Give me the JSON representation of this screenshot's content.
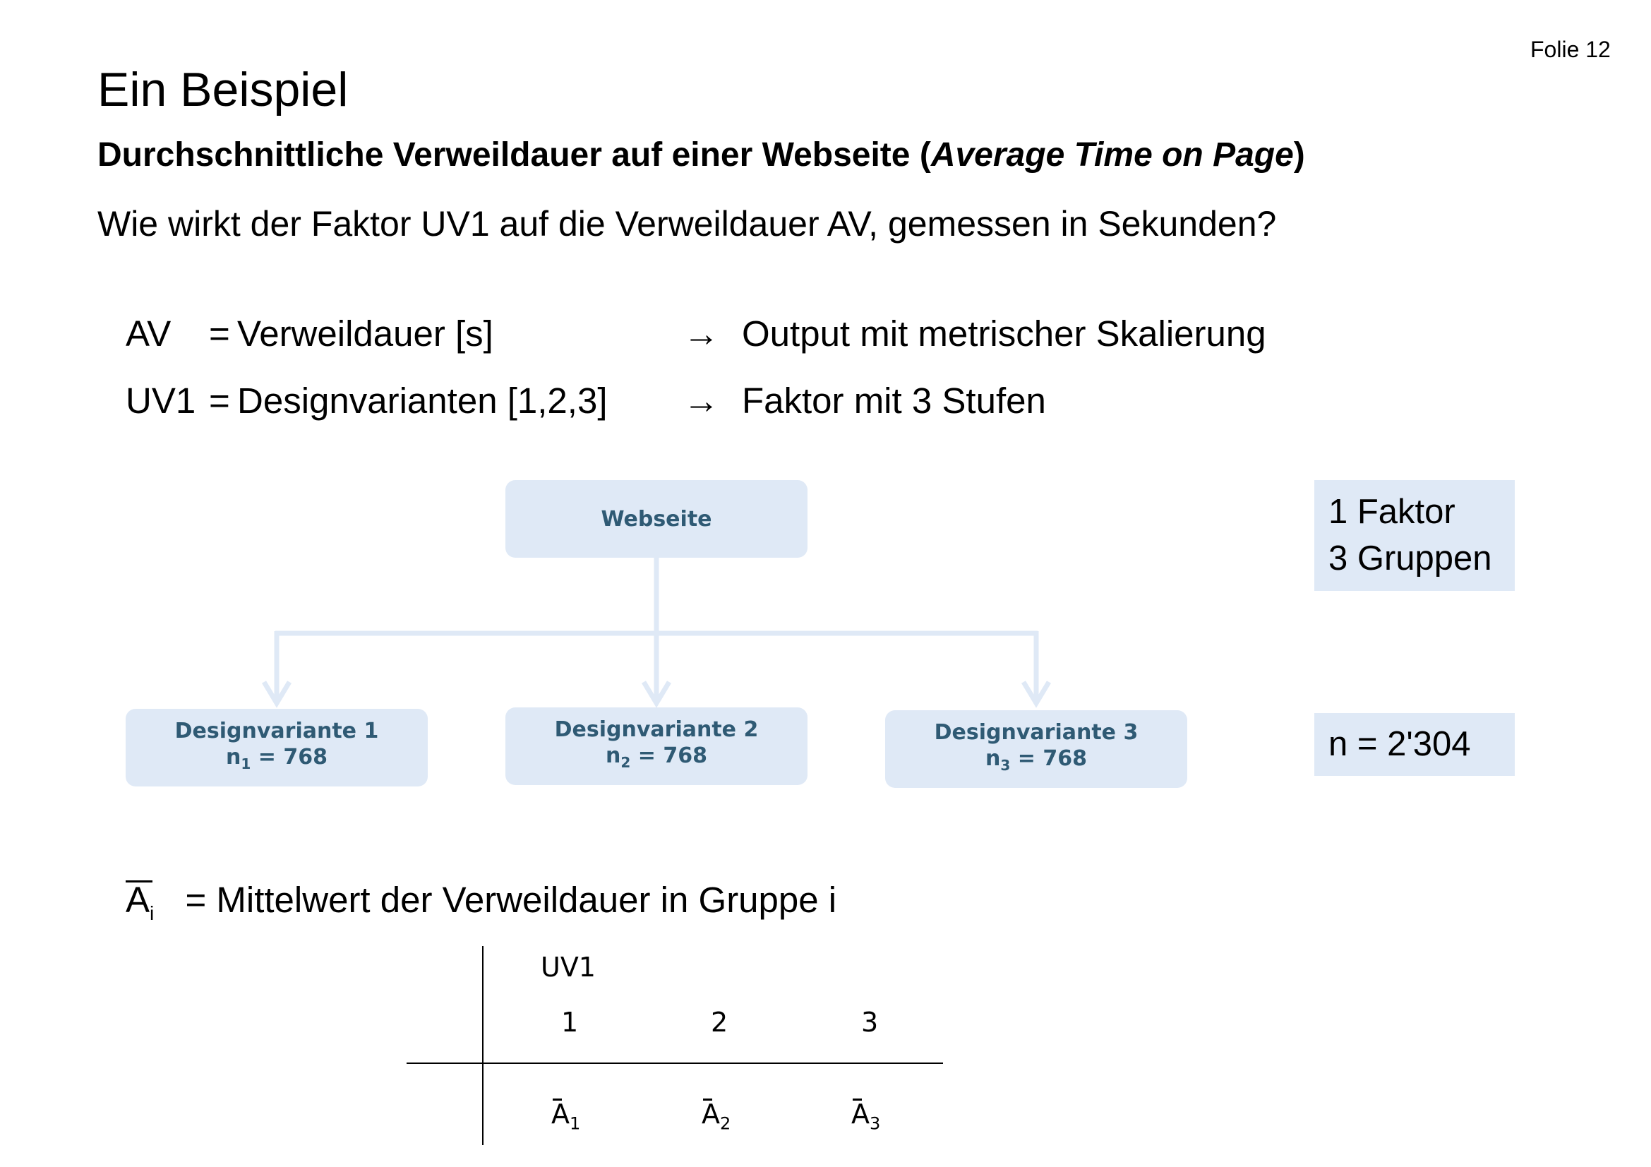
{
  "slide": {
    "number": "Folie 12",
    "title": "Ein Beispiel",
    "subtitle_main": "Durchschnittliche Verweildauer auf einer Webseite (",
    "subtitle_italic": "Average Time on Page",
    "subtitle_end": ")",
    "question": "Wie wirkt der Faktor UV1 auf die Verweildauer AV, gemessen in Sekunden?"
  },
  "definitions": [
    {
      "label": "AV",
      "eq": "=",
      "value": "Verweildauer [s]",
      "arrow": "→",
      "note": "Output mit metrischer Skalierung"
    },
    {
      "label": "UV1",
      "eq": "=",
      "value": "Designvarianten [1,2,3]",
      "arrow": "→",
      "note": "Faktor mit 3 Stufen"
    }
  ],
  "diagram": {
    "root": "Webseite",
    "children": [
      {
        "label": "Designvariante 1",
        "n": "n",
        "sub": "1",
        "value": " = 768"
      },
      {
        "label": "Designvariante 2",
        "n": "n",
        "sub": "2",
        "value": " = 768"
      },
      {
        "label": "Designvariante 3",
        "n": "n",
        "sub": "3",
        "value": " = 768"
      }
    ],
    "line_color": "#dfe9f6",
    "box_color": "#dfe9f6",
    "text_color": "#2f5a74"
  },
  "info_boxes": {
    "faktor": "1 Faktor",
    "gruppen": "3 Gruppen",
    "n_total": "n = 2'304"
  },
  "mean_def": {
    "symbol": "A",
    "sub": "i",
    "eq": "=",
    "text": "Mittelwert der Verweildauer in Gruppe i"
  },
  "table": {
    "header": "UV1",
    "levels": [
      "1",
      "2",
      "3"
    ],
    "means": [
      {
        "sym": "A",
        "sub": "1"
      },
      {
        "sym": "A",
        "sub": "2"
      },
      {
        "sym": "A",
        "sub": "3"
      }
    ]
  }
}
